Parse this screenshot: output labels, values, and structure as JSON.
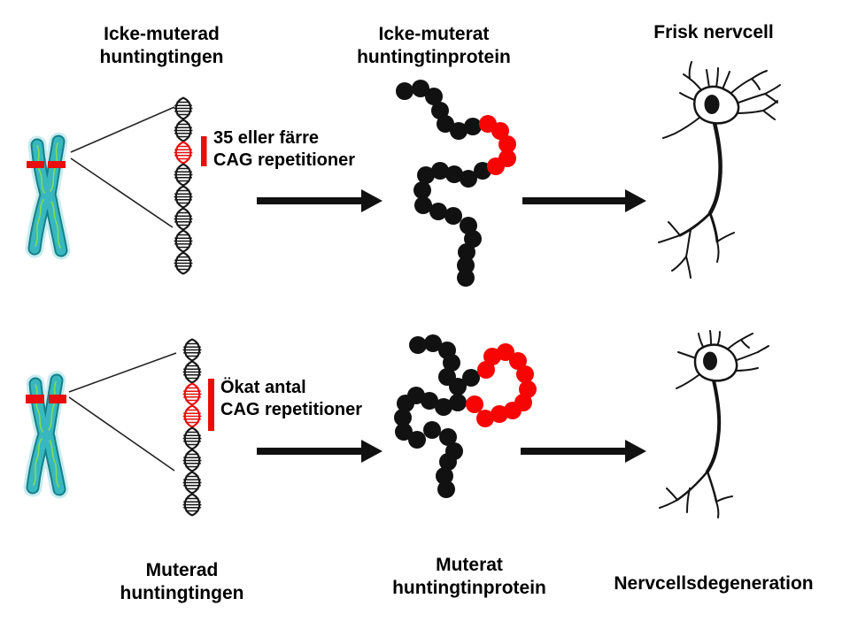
{
  "colors": {
    "background": "#ffffff",
    "text": "#000000",
    "highlight_red": "#e90d0d",
    "bead_red": "#f70505",
    "bead_black": "#111111",
    "arrow_black": "#111111",
    "dna_black": "#161616",
    "line_black": "#222222",
    "neuron_ink": "#141414",
    "chromosome_teal": "#38b8be",
    "chromosome_dark": "#14808a",
    "chromosome_glow": "#c9ecef",
    "thread_green": "#7fdc5a"
  },
  "healthy_row": {
    "gene_title": [
      "Icke-muterad",
      "huntingtingen"
    ],
    "protein_title": [
      "Icke-muterat",
      "huntingtinprotein"
    ],
    "cell_title": "Frisk nervcell",
    "cag_annotation": [
      "35 eller färre",
      "CAG repetitioner"
    ]
  },
  "mutated_row": {
    "cag_annotation": [
      "Ökat antal",
      "CAG repetitioner"
    ],
    "gene_label": [
      "Muterad",
      "huntingtingen"
    ],
    "protein_label": [
      "Muterat",
      "huntingtinprotein"
    ],
    "cell_label": "Nervcellsdegeneration"
  }
}
